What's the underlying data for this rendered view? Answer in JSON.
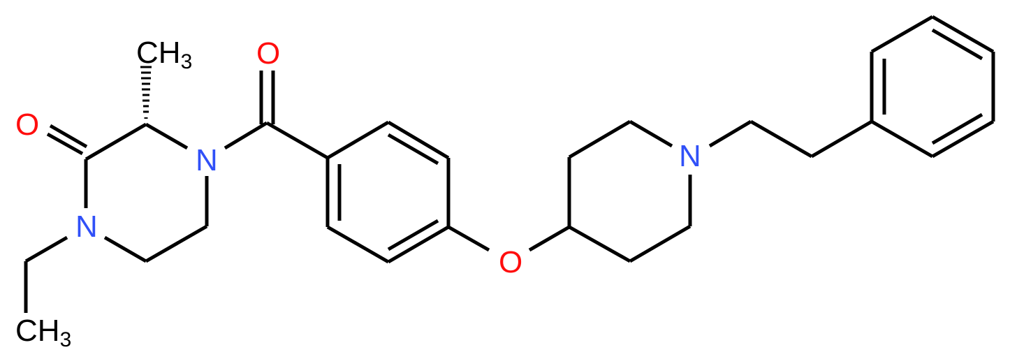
{
  "diagram": {
    "type": "chemical-structure",
    "colors": {
      "carbon": "#000000",
      "nitrogen": "#3050F8",
      "oxygen": "#FF0D0D",
      "background": "#FFFFFF"
    },
    "atoms": {
      "o_ketone": {
        "label": "O"
      },
      "ch3_top": {
        "label": "CH",
        "sub": "3"
      },
      "n4_piperazine": {
        "label": "N"
      },
      "n1_piperazine": {
        "label": "N"
      },
      "ch3_ethyl": {
        "label": "CH",
        "sub": "3"
      },
      "o_amide": {
        "label": "O"
      },
      "o_ether": {
        "label": "O"
      },
      "n_piperidine": {
        "label": "N"
      }
    }
  }
}
